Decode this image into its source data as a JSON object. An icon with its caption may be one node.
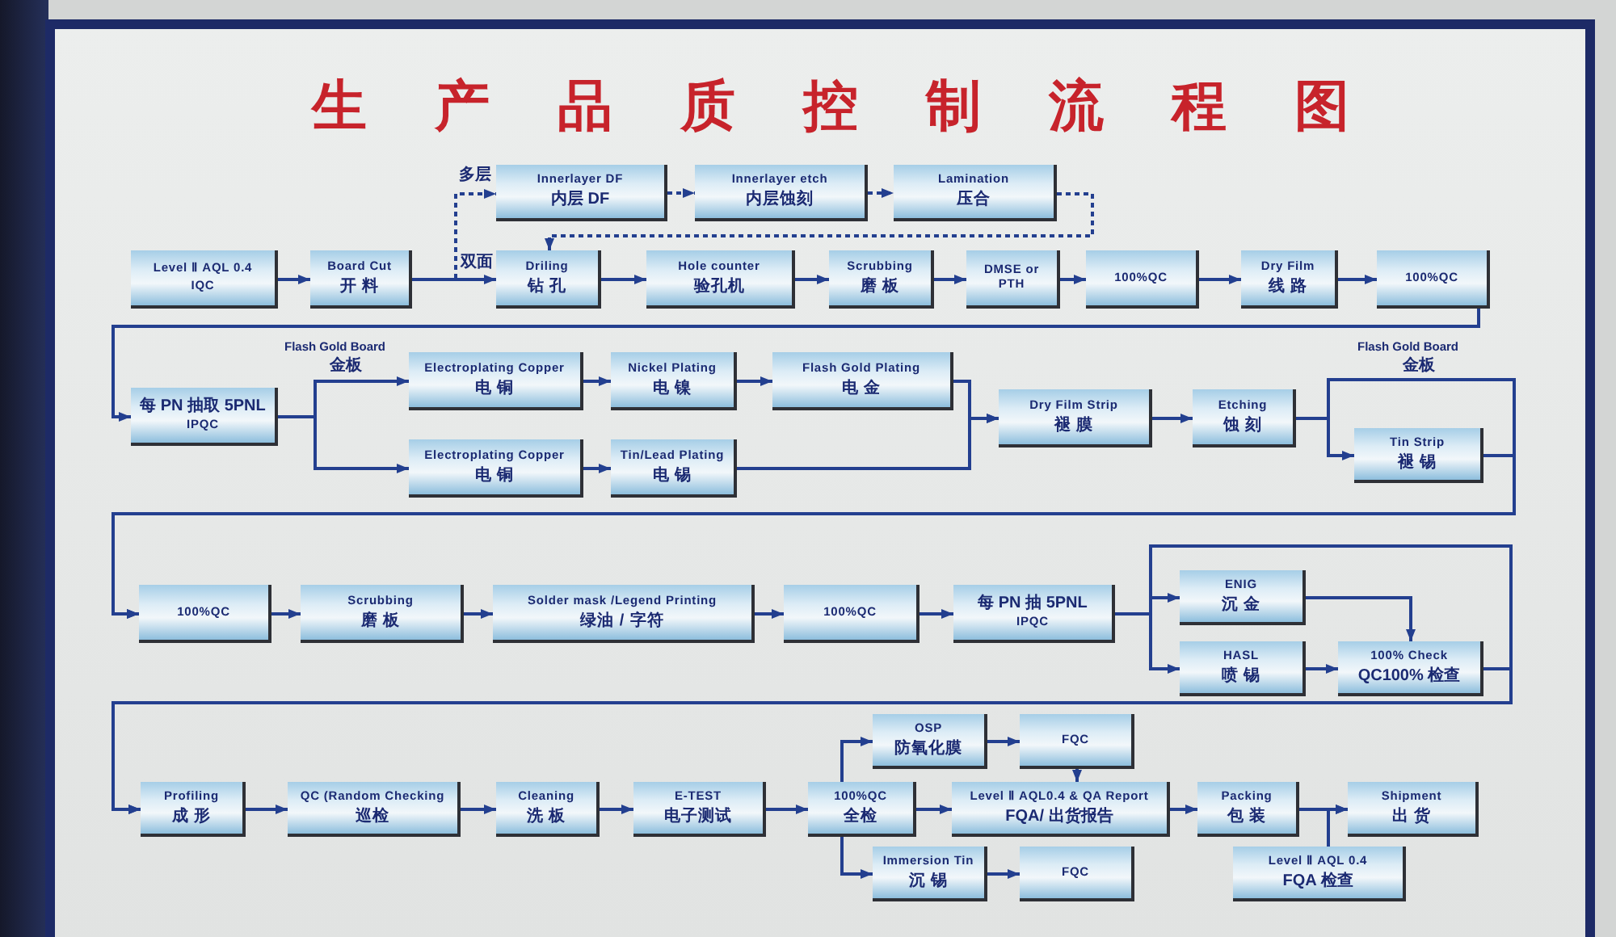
{
  "diagram": {
    "title": "生产品质控制流程图",
    "nodes": [
      {
        "text": [
          "Level Ⅱ AQL 0.4",
          "IQC"
        ]
      },
      {
        "text": [
          "Board Cut",
          "开 料"
        ]
      },
      {
        "text": [
          "Innerlayer DF",
          "内层 DF"
        ]
      },
      {
        "text": [
          "Innerlayer etch",
          "内层蚀刻"
        ]
      },
      {
        "text": [
          "Lamination",
          "压合"
        ]
      },
      {
        "text": [
          "Driling",
          "钻 孔"
        ]
      },
      {
        "text": [
          "Hole counter",
          "验孔机"
        ]
      },
      {
        "text": [
          "Scrubbing",
          "磨 板"
        ]
      },
      {
        "text": [
          "DMSE or PTH"
        ]
      },
      {
        "text": [
          "100%QC"
        ]
      },
      {
        "text": [
          "Dry Film",
          "线 路"
        ]
      },
      {
        "text": [
          "100%QC"
        ]
      },
      {
        "text": [
          "每 PN 抽取 5PNL",
          "IPQC"
        ]
      },
      {
        "text": [
          "Electroplating Copper",
          "电 铜"
        ]
      },
      {
        "text": [
          "Nickel Plating",
          "电 镍"
        ]
      },
      {
        "text": [
          "Flash Gold Plating",
          "电 金"
        ]
      },
      {
        "text": [
          "Electroplating Copper",
          "电 铜"
        ]
      },
      {
        "text": [
          "Tin/Lead Plating",
          "电 锡"
        ]
      },
      {
        "text": [
          "Dry Film Strip",
          "褪 膜"
        ]
      },
      {
        "text": [
          "Etching",
          "蚀 刻"
        ]
      },
      {
        "text": [
          "Tin Strip",
          "褪 锡"
        ]
      },
      {
        "text": [
          "100%QC"
        ]
      },
      {
        "text": [
          "Scrubbing",
          "磨 板"
        ]
      },
      {
        "text": [
          "Solder mask /Legend Printing",
          "绿油 / 字符"
        ]
      },
      {
        "text": [
          "100%QC"
        ]
      },
      {
        "text": [
          "每 PN 抽 5PNL",
          "IPQC"
        ]
      },
      {
        "text": [
          "ENIG",
          "沉 金"
        ]
      },
      {
        "text": [
          "HASL",
          "喷 锡"
        ]
      },
      {
        "text": [
          "100% Check",
          "QC100% 检查"
        ]
      },
      {
        "text": [
          "Profiling",
          "成 形"
        ]
      },
      {
        "text": [
          "QC (Random Checking",
          "巡检"
        ]
      },
      {
        "text": [
          "Cleaning",
          "洗 板"
        ]
      },
      {
        "text": [
          "E-TEST",
          "电子测试"
        ]
      },
      {
        "text": [
          "100%QC",
          "全检"
        ]
      },
      {
        "text": [
          "OSP",
          "防氧化膜"
        ]
      },
      {
        "text": [
          "FQC"
        ]
      },
      {
        "text": [
          "Level Ⅱ AQL0.4 & QA Report",
          "FQA/ 出货报告"
        ]
      },
      {
        "text": [
          "Immersion Tin",
          "沉 锡"
        ]
      },
      {
        "text": [
          "FQC"
        ]
      },
      {
        "text": [
          "Packing",
          "包 装"
        ]
      },
      {
        "text": [
          "Shipment",
          "出 货"
        ]
      },
      {
        "text": [
          "Level Ⅱ AQL 0.4",
          "FQA 检查"
        ]
      }
    ],
    "edges": [
      {
        "from": 0,
        "to": 1,
        "arrow": "to"
      },
      {
        "from": 1,
        "to": 5,
        "arrow": "to"
      },
      {
        "from": 1,
        "to": 2,
        "arrow": "to",
        "style": "dashed"
      },
      {
        "from": 2,
        "to": 3,
        "arrow": "to",
        "style": "dashed"
      },
      {
        "from": 3,
        "to": 4,
        "arrow": "to",
        "style": "dashed"
      },
      {
        "from": 4,
        "to": 5,
        "arrow": "to",
        "style": "dashed"
      },
      {
        "from": 5,
        "to": 6,
        "arrow": "to"
      },
      {
        "from": 6,
        "to": 7,
        "arrow": "to"
      },
      {
        "from": 7,
        "to": 8,
        "arrow": "to"
      },
      {
        "from": 8,
        "to": 9,
        "arrow": "to"
      },
      {
        "from": 9,
        "to": 10,
        "arrow": "to"
      },
      {
        "from": 10,
        "to": 11,
        "arrow": "to"
      },
      {
        "from": 11,
        "to": 12,
        "arrow": "to"
      },
      {
        "from": 12,
        "to": 13,
        "arrow": "to"
      },
      {
        "from": 12,
        "to": 16,
        "arrow": "to"
      },
      {
        "from": 13,
        "to": 14,
        "arrow": "to"
      },
      {
        "from": 14,
        "to": 15,
        "arrow": "to"
      },
      {
        "from": 16,
        "to": 17,
        "arrow": "to"
      },
      {
        "from": 15,
        "to": 18,
        "arrow": "to"
      },
      {
        "from": 17,
        "to": 18,
        "arrow": "to"
      },
      {
        "from": 18,
        "to": 19,
        "arrow": "to"
      },
      {
        "from": 19,
        "to": 20,
        "arrow": "to"
      },
      {
        "from": 20,
        "to": 21,
        "arrow": "to"
      },
      {
        "from": 19,
        "to": 21,
        "arrow": "to"
      },
      {
        "from": 21,
        "to": 22,
        "arrow": "to"
      },
      {
        "from": 22,
        "to": 23,
        "arrow": "to"
      },
      {
        "from": 23,
        "to": 24,
        "arrow": "to"
      },
      {
        "from": 24,
        "to": 25,
        "arrow": "to"
      },
      {
        "from": 25,
        "to": 26,
        "arrow": "to"
      },
      {
        "from": 25,
        "to": 27,
        "arrow": "to"
      },
      {
        "from": 26,
        "to": 28,
        "arrow": "to"
      },
      {
        "from": 27,
        "to": 28,
        "arrow": "to"
      },
      {
        "from": 28,
        "to": 29,
        "arrow": "to"
      },
      {
        "from": 25,
        "to": 29,
        "arrow": "to"
      },
      {
        "from": 29,
        "to": 30,
        "arrow": "to"
      },
      {
        "from": 30,
        "to": 31,
        "arrow": "to"
      },
      {
        "from": 31,
        "to": 32,
        "arrow": "to"
      },
      {
        "from": 32,
        "to": 33,
        "arrow": "to"
      },
      {
        "from": 33,
        "to": 34,
        "arrow": "to"
      },
      {
        "from": 33,
        "to": 36,
        "arrow": "to"
      },
      {
        "from": 33,
        "to": 37,
        "arrow": "to"
      },
      {
        "from": 34,
        "to": 35,
        "arrow": "to"
      },
      {
        "from": 35,
        "to": 36,
        "arrow": "to"
      },
      {
        "from": 37,
        "to": 38,
        "arrow": "to"
      },
      {
        "from": 36,
        "to": 39,
        "arrow": "to"
      },
      {
        "from": 39,
        "to": 40,
        "arrow": "to"
      },
      {
        "from": 41,
        "to": 40,
        "arrow": "to"
      }
    ],
    "labels": [
      "多层",
      "双面",
      "Flash Gold Board",
      "金板",
      "Flash Gold Board",
      "金板"
    ]
  }
}
